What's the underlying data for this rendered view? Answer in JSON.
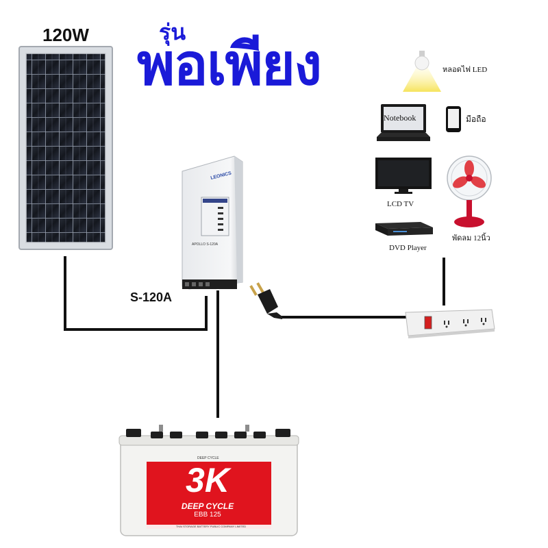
{
  "title": {
    "small": "รุ่น",
    "big": "พอเพียง"
  },
  "panel": {
    "wattage": "120W"
  },
  "controller": {
    "model": "S-120A",
    "brand": "LEONICS",
    "front_text": "APOLLO S-120A"
  },
  "battery": {
    "brand": "3K",
    "type": "DEEP CYCLE",
    "model": "EBB 125",
    "footer": "THAI STORAGE BATTERY PUBLIC COMPANY LIMITED",
    "top_text": "DEEP CYCLE"
  },
  "appliances": {
    "led": "หลอดไฟ LED",
    "notebook_screen": "Notebook",
    "phone": "มือถือ",
    "tv": "LCD TV",
    "fan": "พัดลม 12นิ้ว",
    "dvd": "DVD Player"
  },
  "colors": {
    "title": "#1a1ad8",
    "battery_red": "#e0141e",
    "wire": "#111111"
  }
}
